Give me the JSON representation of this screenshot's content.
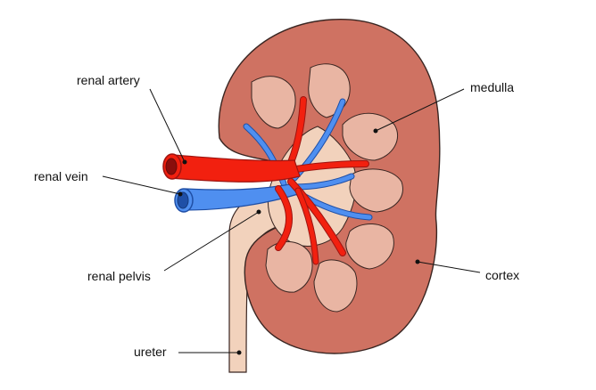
{
  "labels": {
    "renal_artery": "renal artery",
    "renal_vein": "renal vein",
    "renal_pelvis": "renal pelvis",
    "ureter": "ureter",
    "medulla": "medulla",
    "cortex": "cortex"
  },
  "colors": {
    "cortex": "#cf7262",
    "cortex_outline": "#3a2622",
    "medulla": "#e9b5a3",
    "pelvis": "#f2d2bc",
    "artery": "#f2200f",
    "artery_dark": "#9e1410",
    "vein": "#4f8ff0",
    "vein_dark": "#1f4fa6"
  }
}
